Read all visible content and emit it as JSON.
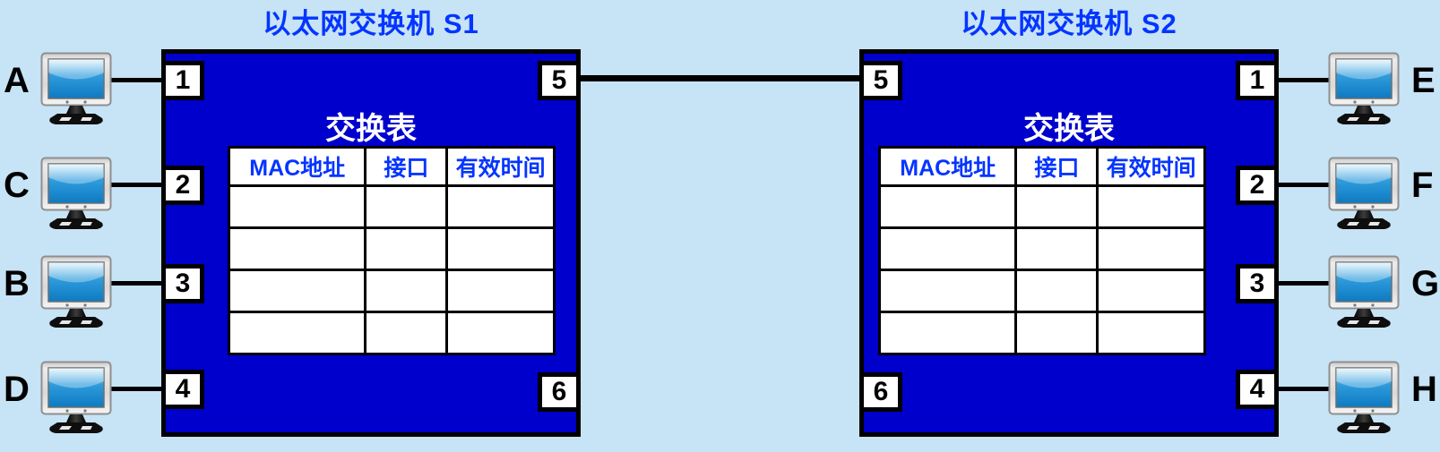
{
  "s1": {
    "title": "以太网交换机 S1",
    "table_title": "交换表",
    "table": {
      "headers": [
        "MAC地址",
        "接口",
        "有效时间"
      ],
      "empty_rows": 4
    },
    "ports": [
      "1",
      "2",
      "3",
      "4",
      "5",
      "6"
    ]
  },
  "s2": {
    "title": "以太网交换机 S2",
    "table_title": "交换表",
    "table": {
      "headers": [
        "MAC地址",
        "接口",
        "有效时间"
      ],
      "empty_rows": 4
    },
    "ports": [
      "1",
      "2",
      "3",
      "4",
      "5",
      "6"
    ]
  },
  "hosts_left": [
    "A",
    "C",
    "B",
    "D"
  ],
  "hosts_right": [
    "E",
    "F",
    "G",
    "H"
  ],
  "colors": {
    "background": "#c7e3f6",
    "switch_body": "#0000cc",
    "outline_black": "#000000",
    "label_blue": "#0435ff",
    "table_title_white": "#ffffff",
    "screen_blue": "#1585cd"
  }
}
